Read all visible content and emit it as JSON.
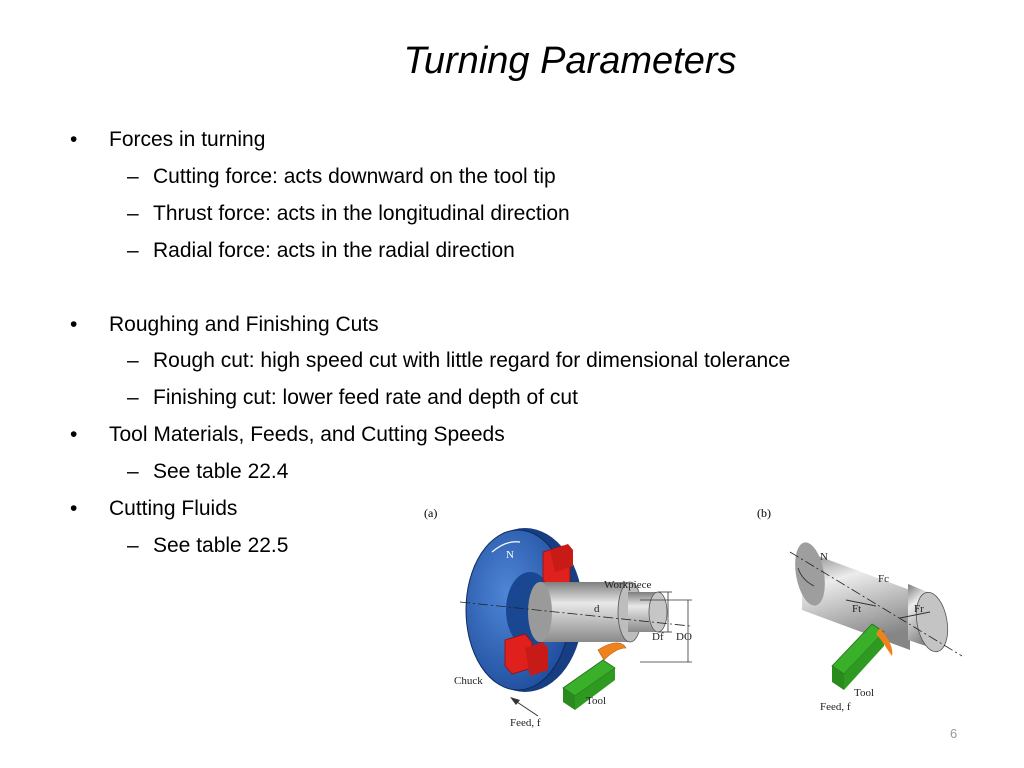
{
  "slide": {
    "title": "Turning Parameters",
    "bullets": [
      {
        "mark": "•",
        "text": "Forces in turning",
        "subs": [
          {
            "mark": "–",
            "text": "Cutting force: acts downward on the tool tip"
          },
          {
            "mark": "–",
            "text": "Thrust force: acts in the longitudinal direction"
          },
          {
            "mark": "–",
            "text": "Radial force: acts in the radial direction"
          }
        ]
      },
      {
        "mark": "•",
        "text": "Roughing and Finishing Cuts",
        "subs": [
          {
            "mark": "–",
            "text": "Rough cut: high speed cut with little regard for dimensional tolerance"
          },
          {
            "mark": "–",
            "text": "Finishing cut: lower feed rate and depth of cut"
          }
        ]
      },
      {
        "mark": "•",
        "text": "Tool Materials, Feeds, and Cutting Speeds",
        "subs": [
          {
            "mark": "–",
            "text": "See table 22.4"
          }
        ]
      },
      {
        "mark": "•",
        "text": "Cutting Fluids",
        "subs": [
          {
            "mark": "–",
            "text": "See table 22.5"
          }
        ]
      }
    ],
    "page_number": "6"
  },
  "figure_a": {
    "label": "(a)",
    "workpiece": "Workpiece",
    "chuck": "Chuck",
    "tool": "Tool",
    "feed": "Feed, f",
    "n": "N",
    "d": "d",
    "df": "Df",
    "do": "DO"
  },
  "figure_b": {
    "label": "(b)",
    "n": "N",
    "fc": "Fc",
    "ft": "Ft",
    "fr": "Fr",
    "tool": "Tool",
    "feed": "Feed, f"
  },
  "colors": {
    "chuck_blue": "#2a5fb0",
    "jaw_red": "#e0201c",
    "tool_green": "#3ab02a",
    "chip_orange": "#f0821e",
    "steel": "#a8a8a8"
  }
}
